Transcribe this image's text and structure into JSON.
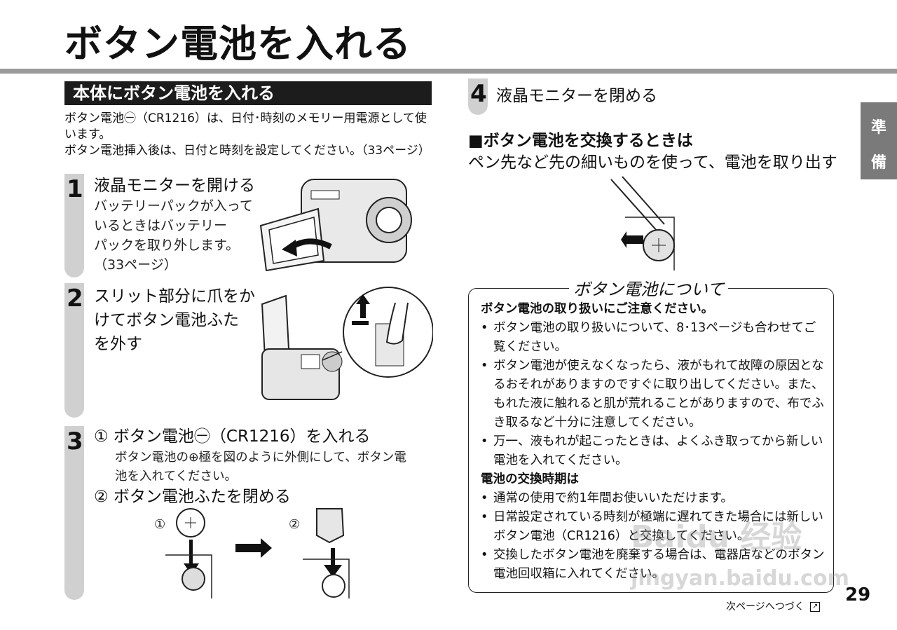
{
  "page": {
    "title": "ボタン電池を入れる",
    "side_tab": [
      "準",
      "備"
    ],
    "page_number": "29",
    "next_page": "次ページへつづく"
  },
  "left": {
    "section_header": "本体にボタン電池を入れる",
    "intro": [
      "ボタン電池㊀（CR1216）は、日付･時刻のメモリー用電源として使います。",
      "ボタン電池挿入後は、日付と時刻を設定してください。（33ページ）"
    ],
    "steps": [
      {
        "num": "1",
        "title": "液晶モニターを開ける",
        "body": [
          "バッテリーパックが入って",
          "いるときはバッテリー",
          "パックを取り外します。",
          "（33ページ）"
        ]
      },
      {
        "num": "2",
        "title_lines": [
          "スリット部分に爪をか",
          "けてボタン電池ふた",
          "を外す"
        ]
      },
      {
        "num": "3",
        "sub1": "① ボタン電池㊀（CR1216）を入れる",
        "sub1_body": [
          "ボタン電池の⊕極を図のように外側にして、ボタン電",
          "池を入れてください。"
        ],
        "sub2": "② ボタン電池ふたを閉める",
        "fig_label_1": "①",
        "fig_label_2": "②"
      }
    ]
  },
  "right": {
    "step4_num": "4",
    "step4_title": "液晶モニターを閉める",
    "replace_heading": "■ボタン電池を交換するときは",
    "replace_instruction": "ペン先など先の細いものを使って、電池を取り出す",
    "notice": {
      "title": "ボタン電池について",
      "sub1": "ボタン電池の取り扱いにご注意ください。",
      "items1": [
        "ボタン電池の取り扱いについて、8･13ページも合わせてご覧ください。",
        "ボタン電池が使えなくなったら、液がもれて故障の原因となるおそれがありますのですぐに取り出してください。また、もれた液に触れると肌が荒れることがありますので、布でふき取るなど十分に注意してください。",
        "万一、液もれが起こったときは、よくふき取ってから新しい電池を入れてください。"
      ],
      "sub2": "電池の交換時期は",
      "items2": [
        "通常の使用で約1年間お使いいただけます。",
        "日常設定されている時刻が極端に遅れてきた場合には新しいボタン電池（CR1216）と交換してください。",
        "交換したボタン電池を廃棄する場合は、電器店などのボタン電池回収箱に入れてください。"
      ]
    }
  },
  "watermark": [
    "Baidu 经验",
    "jingyan.baidu.com"
  ]
}
